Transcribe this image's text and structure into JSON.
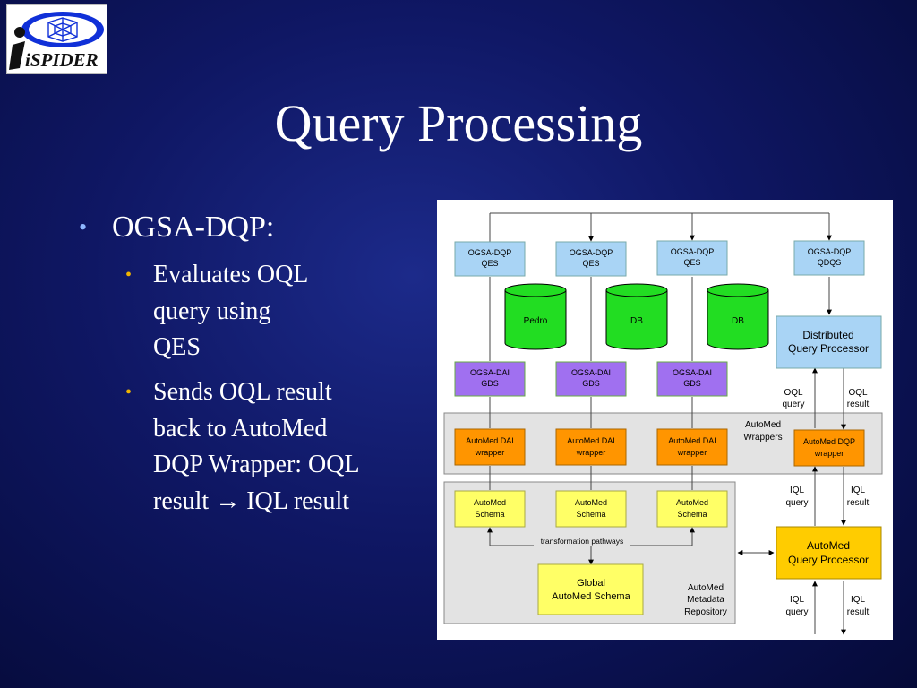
{
  "logo": {
    "text": "iSPIDER"
  },
  "title": "Query Processing",
  "bullets": {
    "main": "OGSA-DQP:",
    "sub1": [
      "Evaluates OQL",
      "query using",
      "QES"
    ],
    "sub2": [
      "Sends OQL result",
      "back to AutoMed",
      "DQP Wrapper: OQL"
    ],
    "sub2_last_a": "result ",
    "sub2_arrow": "→",
    "sub2_last_b": " IQL result"
  },
  "diagram": {
    "qes": [
      [
        "OGSA-DQP",
        "QES"
      ],
      [
        "OGSA-DQP",
        "QES"
      ],
      [
        "OGSA-DQP",
        "QES"
      ]
    ],
    "qdqs": [
      "OGSA-DQP",
      "QDQS"
    ],
    "dbs": [
      "Pedro",
      "DB",
      "DB"
    ],
    "gds": [
      [
        "OGSA-DAI",
        "GDS"
      ],
      [
        "OGSA-DAI",
        "GDS"
      ],
      [
        "OGSA-DAI",
        "GDS"
      ]
    ],
    "dqp": [
      "Distributed",
      "Query Processor"
    ],
    "oql_query": [
      "OQL",
      "query"
    ],
    "oql_result": [
      "OQL",
      "result"
    ],
    "wrappers_label": [
      "AutoMed",
      "Wrappers"
    ],
    "dai_wrappers": [
      [
        "AutoMed DAI",
        "wrapper"
      ],
      [
        "AutoMed DAI",
        "wrapper"
      ],
      [
        "AutoMed DAI",
        "wrapper"
      ]
    ],
    "dqp_wrapper": [
      "AutoMed DQP",
      "wrapper"
    ],
    "schemas": [
      [
        "AutoMed",
        "Schema"
      ],
      [
        "AutoMed",
        "Schema"
      ],
      [
        "AutoMed",
        "Schema"
      ]
    ],
    "iql_query_1": [
      "IQL",
      "query"
    ],
    "iql_result_1": [
      "IQL",
      "result"
    ],
    "pathways": "transformation pathways",
    "global_schema": [
      "Global",
      "AutoMed Schema"
    ],
    "repository": [
      "AutoMed",
      "Metadata",
      "Repository"
    ],
    "aqp": [
      "AutoMed",
      "Query Processor"
    ],
    "iql_query_2": [
      "IQL",
      "query"
    ],
    "iql_result_2": [
      "IQL",
      "result"
    ]
  },
  "colors": {
    "background": "#0f1764",
    "bullet_main": "#8fb8ff",
    "bullet_sub": "#f0b400",
    "qes_fill": "#a9d4f5",
    "db_fill": "#22dd22",
    "gds_fill": "#a070f0",
    "wrapper_fill": "#ff9500",
    "schema_fill": "#ffff66",
    "aqp_fill": "#ffcc00",
    "panel_fill": "#e3e3e3"
  }
}
